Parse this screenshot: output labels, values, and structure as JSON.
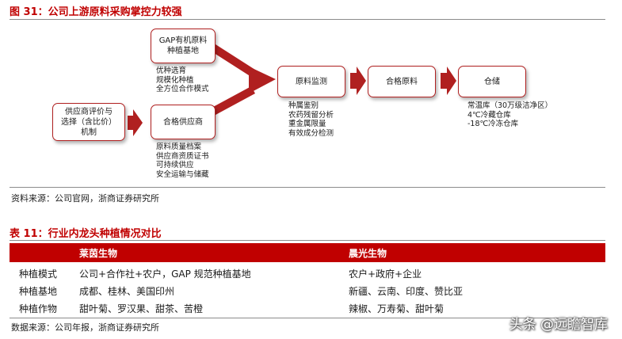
{
  "figure": {
    "title": "图 31：公司上游原料采购掌控力较强",
    "boxes": {
      "gap_base": "GAP有机原料\n种植基地",
      "supplier_eval": "供应商评价与\n选择（含比价）\n机制",
      "qualified_supplier": "合格供应商",
      "raw_inspection": "原料监测",
      "qualified_raw": "合格原料",
      "warehouse": "仓储"
    },
    "notes": {
      "gap_base": "优种选育\n规模化种植\n全方位合作模式",
      "qualified_supplier": "原料质量档案\n供应商资质证书\n可持续供应\n安全运输与储藏",
      "raw_inspection": "种属鉴别\n农药残留分析\n重金属限量\n有效成分检测",
      "warehouse": "常温库（30万级洁净区）\n4℃冷藏仓库\n-18℃冷冻仓库"
    },
    "source": "资料来源：公司官网，浙商证券研究所"
  },
  "table": {
    "title": "表 11：行业内龙头种植情况对比",
    "headers": [
      "",
      "莱茵生物",
      "晨光生物"
    ],
    "rows": [
      [
        "种植模式",
        "公司+合作社+农户，GAP 规范种植基地",
        "农户+政府+企业"
      ],
      [
        "种植基地",
        "成都、桂林、美国印州",
        "新疆、云南、印度、赞比亚"
      ],
      [
        "种植作物",
        "甜叶菊、罗汉果、甜茶、苦橙",
        "辣椒、万寿菊、甜叶菊"
      ]
    ],
    "source": "数据来源：公司年报，浙商证券研究所"
  },
  "watermark": "头条 @远瞻智库",
  "colors": {
    "accent": "#c00000",
    "border": "#b02020",
    "rule": "#8c8c8c"
  }
}
